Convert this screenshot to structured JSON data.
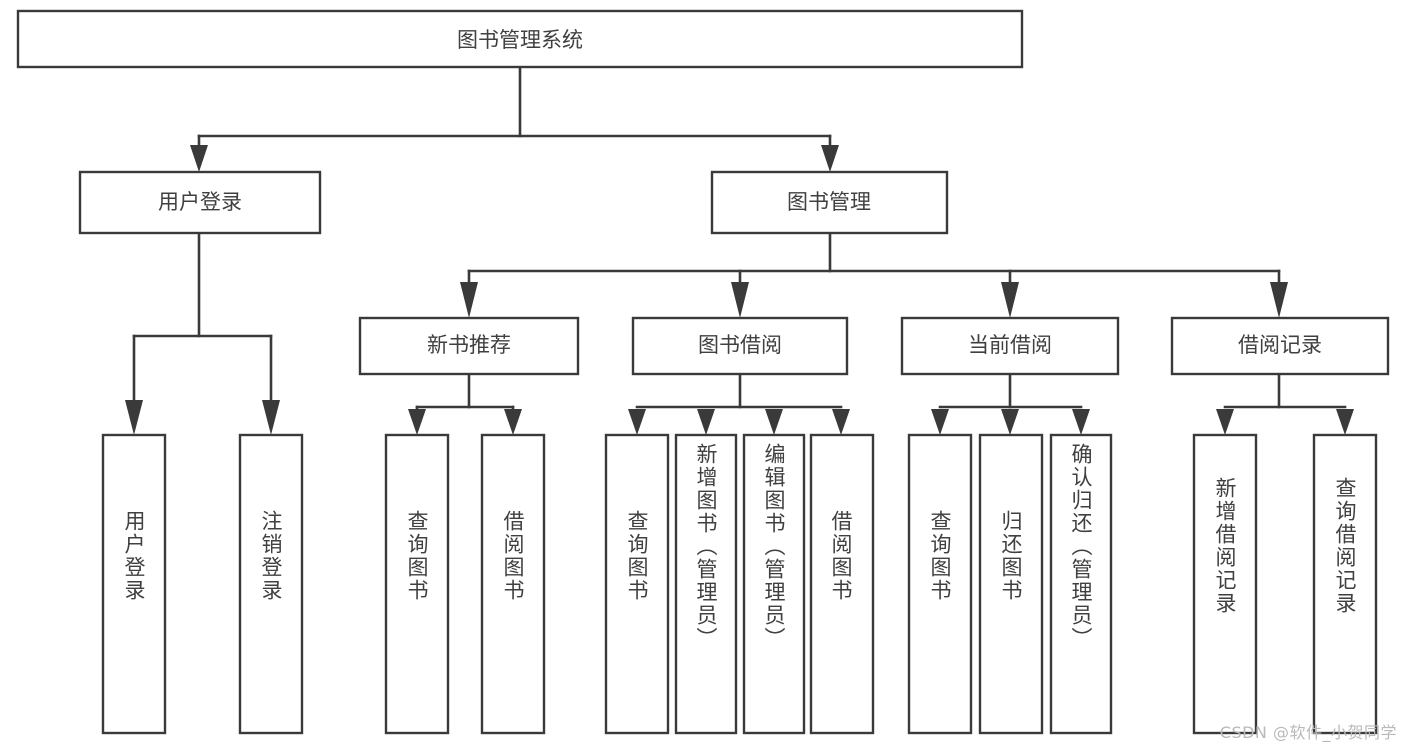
{
  "diagram": {
    "title": "图书管理系统",
    "type": "hierarchy-tree",
    "root": {
      "id": "root",
      "label": "图书管理系统",
      "orientation": "horizontal"
    },
    "level2": [
      {
        "id": "user-login",
        "label": "用户登录",
        "orientation": "horizontal"
      },
      {
        "id": "book-management",
        "label": "图书管理",
        "orientation": "horizontal"
      }
    ],
    "level3": [
      {
        "id": "new-book-recommend",
        "label": "新书推荐",
        "orientation": "horizontal",
        "parent": "book-management"
      },
      {
        "id": "book-borrow",
        "label": "图书借阅",
        "orientation": "horizontal",
        "parent": "book-management"
      },
      {
        "id": "current-borrow",
        "label": "当前借阅",
        "orientation": "horizontal",
        "parent": "book-management"
      },
      {
        "id": "borrow-record",
        "label": "借阅记录",
        "orientation": "horizontal",
        "parent": "book-management"
      }
    ],
    "leaves": {
      "user_login": [
        {
          "id": "leaf-user-login",
          "label": "用户登录",
          "orientation": "vertical"
        },
        {
          "id": "leaf-user-logout",
          "label": "注销登录",
          "orientation": "vertical"
        }
      ],
      "new_book_recommend": [
        {
          "id": "leaf-query-book-1",
          "label": "查询图书",
          "orientation": "vertical"
        },
        {
          "id": "leaf-borrow-book-1",
          "label": "借阅图书",
          "orientation": "vertical"
        }
      ],
      "book_borrow": [
        {
          "id": "leaf-query-book-2",
          "label": "查询图书",
          "orientation": "vertical"
        },
        {
          "id": "leaf-add-book",
          "label": "新增图书（管理员）",
          "orientation": "vertical"
        },
        {
          "id": "leaf-edit-book",
          "label": "编辑图书（管理员）",
          "orientation": "vertical"
        },
        {
          "id": "leaf-borrow-book-2",
          "label": "借阅图书",
          "orientation": "vertical"
        }
      ],
      "current_borrow": [
        {
          "id": "leaf-query-book-3",
          "label": "查询图书",
          "orientation": "vertical"
        },
        {
          "id": "leaf-return-book",
          "label": "归还图书",
          "orientation": "vertical"
        },
        {
          "id": "leaf-confirm-return",
          "label": "确认归还（管理员）",
          "orientation": "vertical"
        }
      ],
      "borrow_record": [
        {
          "id": "leaf-add-record",
          "label": "新增借阅记录",
          "orientation": "vertical"
        },
        {
          "id": "leaf-query-record",
          "label": "查询借阅记录",
          "orientation": "vertical"
        }
      ]
    },
    "colors": {
      "box_stroke": "#3a3a3a",
      "box_fill": "#ffffff",
      "text": "#404040",
      "background": "#ffffff",
      "watermark": "#b9b9b9"
    }
  },
  "watermark": {
    "text": "CSDN @软件_小贺同学"
  }
}
